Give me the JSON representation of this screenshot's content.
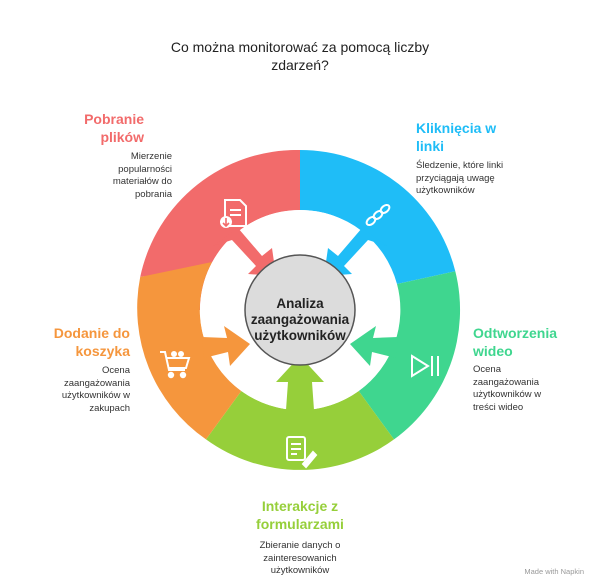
{
  "title": "Co można monitorować za pomocą liczby zdarzeń?",
  "center_label": "Analiza zaangażowania użytkowników",
  "colors": {
    "red": "#F26B6B",
    "blue": "#1FBDF7",
    "green": "#3FD68F",
    "lime": "#96CF3A",
    "orange": "#F5963D",
    "center": "#DCDCDC"
  },
  "segments": [
    {
      "id": "downloads",
      "title": "Pobranie plików",
      "description": "Mierzenie popularności materiałów do pobrania",
      "color": "#F26B6B",
      "icon": "file-download-icon"
    },
    {
      "id": "clicks",
      "title": "Kliknięcia w linki",
      "description": "Śledzenie, które linki przyciągają uwagę użytkowników",
      "color": "#1FBDF7",
      "icon": "chain-link-icon"
    },
    {
      "id": "video",
      "title": "Odtworzenia wideo",
      "description": "Ocena zaangażowania użytkowników w treści wideo",
      "color": "#3FD68F",
      "icon": "play-pause-icon"
    },
    {
      "id": "forms",
      "title": "Interakcje z formularzami",
      "description": "Zbieranie danych o zainteresowanich użytkowników",
      "color": "#96CF3A",
      "icon": "form-edit-icon"
    },
    {
      "id": "cart",
      "title": "Dodanie do koszyka",
      "description": "Ocena zaangażowania użytkowników w zakupach",
      "color": "#F5963D",
      "icon": "shopping-cart-icon"
    }
  ],
  "watermark": "Made with Napkin"
}
